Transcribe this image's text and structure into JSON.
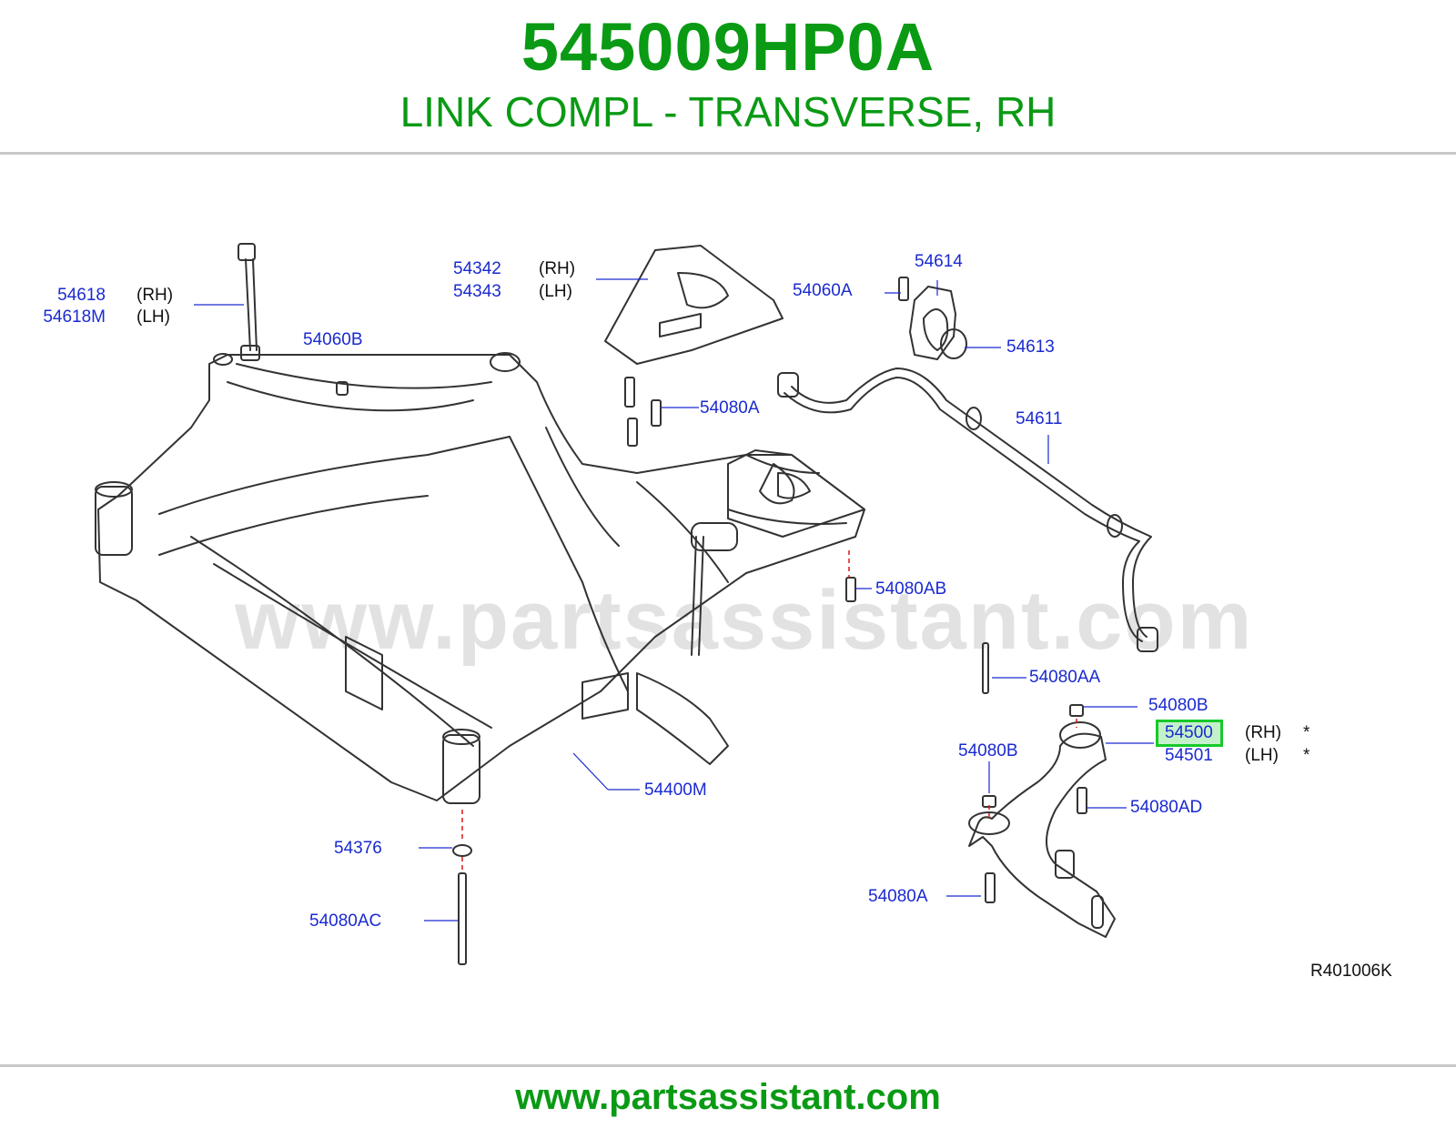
{
  "header": {
    "part_number": "545009HP0A",
    "part_name": "LINK COMPL - TRANSVERSE, RH"
  },
  "footer": {
    "url": "www.partsassistant.com"
  },
  "watermark": "www.partsassistant.com",
  "diagram_ref": "R401006K",
  "colors": {
    "brand": "#0a9a14",
    "label": "#1a2ad0",
    "highlight": "#16c92a"
  },
  "callouts": [
    {
      "id": "54618",
      "side": "(RH)"
    },
    {
      "id": "54618M",
      "side": "(LH)"
    },
    {
      "id": "54060B"
    },
    {
      "id": "54342",
      "side": "(RH)"
    },
    {
      "id": "54343",
      "side": "(LH)"
    },
    {
      "id": "54060A"
    },
    {
      "id": "54614"
    },
    {
      "id": "54613"
    },
    {
      "id": "54080A"
    },
    {
      "id": "54611"
    },
    {
      "id": "54080AB"
    },
    {
      "id": "54080AA"
    },
    {
      "id": "54080B"
    },
    {
      "id": "54500",
      "side": "(RH)",
      "mark": "*",
      "highlighted": true
    },
    {
      "id": "54501",
      "side": "(LH)",
      "mark": "*"
    },
    {
      "id": "54080B"
    },
    {
      "id": "54080AD"
    },
    {
      "id": "54400M"
    },
    {
      "id": "54376"
    },
    {
      "id": "54080A"
    },
    {
      "id": "54080AC"
    }
  ]
}
